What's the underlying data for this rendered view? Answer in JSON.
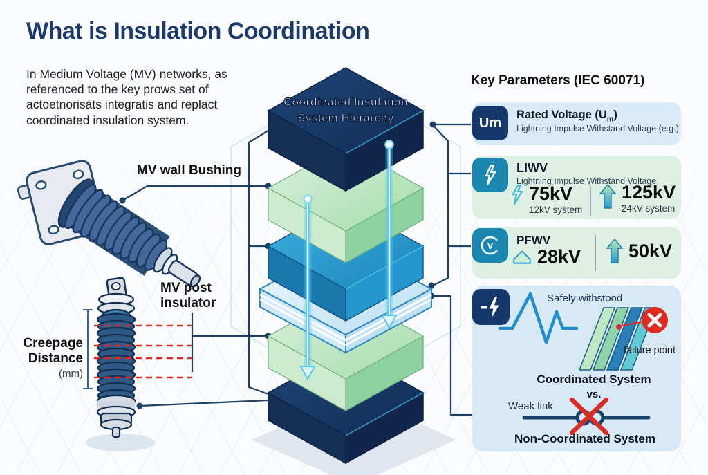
{
  "title": "What is Insulation Coordination",
  "intro": "In Medium Voltage (MV) networks, as referenced to the key prows set of actoetnorisáts integratis and replact coordinated insulation system.",
  "left": {
    "bushing_label": "MV wall Bushing",
    "insulator_label": "MV post insulator",
    "creepage_label": "Creepage Distance",
    "creepage_unit": "(mm)"
  },
  "stack": {
    "title_line1": "Coordinated Insulation",
    "title_line2": "System Hierarchy",
    "layers": [
      {
        "name": "top-navy-box",
        "color": "#16335f"
      },
      {
        "name": "green-insulation-layer-upper",
        "color": "#b7e3bb"
      },
      {
        "name": "blue-insulation-layer",
        "color": "#1f8ec6"
      },
      {
        "name": "laminated-glass-layer",
        "color": "#cfe9f8"
      },
      {
        "name": "green-insulation-layer-lower",
        "color": "#b7e3bb"
      },
      {
        "name": "base-navy-box",
        "color": "#16335f"
      }
    ]
  },
  "panel": {
    "heading": "Key Parameters (IEC 60071)",
    "cards": [
      {
        "icon": "um-badge",
        "icon_label": "Um",
        "title_prefix": "Rated Voltage (U",
        "title_sub": "m",
        "title_suffix": ")",
        "subtitle": "Lightning Impulse Withstand Voltage (e.g.)"
      },
      {
        "icon": "lightning-bolt-icon",
        "title": "LIWV",
        "subtitle": "Lightning Impulse Withstand Voltage",
        "value1": "75kV",
        "system1": "12kV system",
        "value2": "125kV",
        "system2": "24kV system"
      },
      {
        "icon": "voltage-circle-icon",
        "icon_letter": "V",
        "title": "PFWV",
        "value1": "28kV",
        "value2": "50kV"
      },
      {
        "icon": "surge-withstand-icon",
        "wave_label": "Safely withstood",
        "failure_label": "failure point",
        "coordinated_label": "Coordinated System",
        "vs_label": "vs.",
        "weak_link_label": "Weak link",
        "non_coordinated_label": "Non-Coordinated System"
      }
    ]
  },
  "colors": {
    "title_navy": "#1b3a6b",
    "connector": "#1d4068",
    "card_blue_bg": "#d9eaf8",
    "card_green_bg": "#def0e3",
    "icon_navy": "#14386b",
    "icon_teal": "#1a87b0",
    "glow_cyan": "#4fc8f5",
    "alert_red": "#e02b20"
  }
}
